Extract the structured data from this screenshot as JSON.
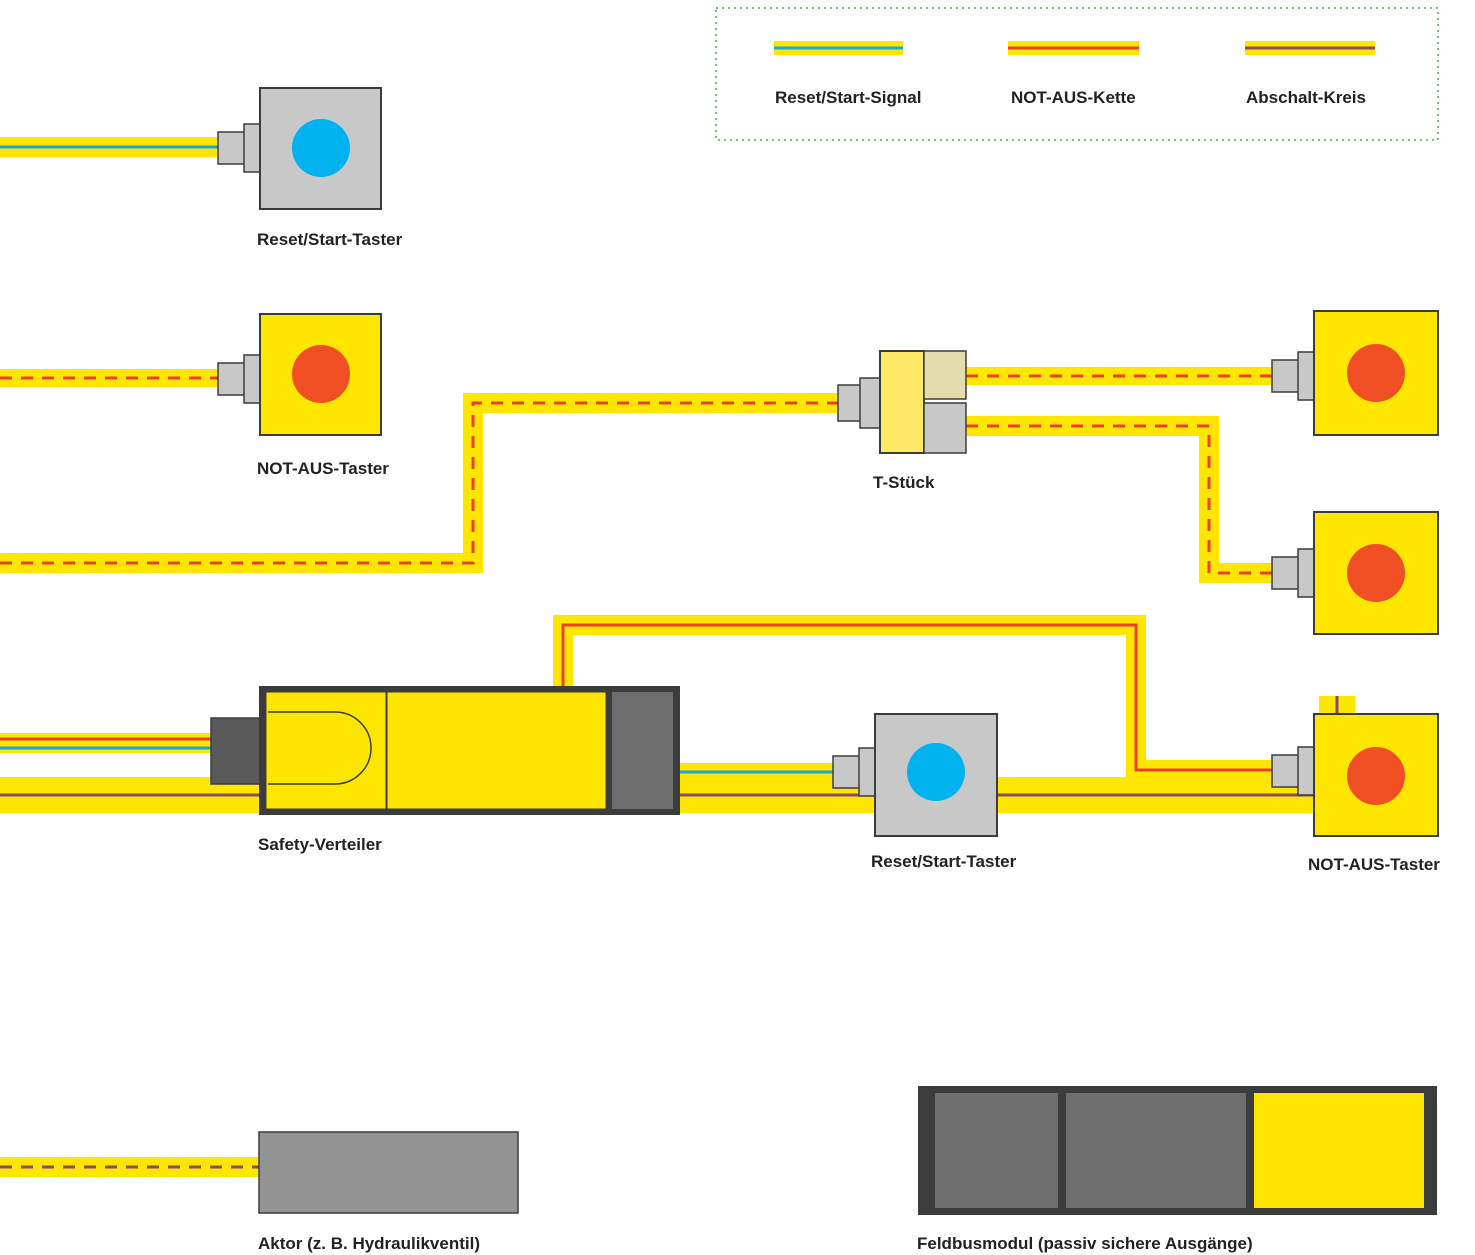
{
  "legend": {
    "items": [
      {
        "label": "Reset/Start-Signal",
        "line_color": "#1aa7e0"
      },
      {
        "label": "NOT-AUS-Kette",
        "line_color": "#e8402a"
      },
      {
        "label": "Abschalt-Kreis",
        "line_color": "#8a4a6a"
      }
    ]
  },
  "components": {
    "reset_taster_top": "Reset/Start-Taster",
    "notaus_taster_left": "NOT-AUS-Taster",
    "t_stueck": "T-Stück",
    "safety_verteiler": "Safety-Verteiler",
    "reset_taster_mid": "Reset/Start-Taster",
    "notaus_taster_right": "NOT-AUS-Taster",
    "aktor": "Aktor (z. B. Hydraulikventil)",
    "feldbusmodul": "Feldbusmodul (passiv sichere Ausgänge)"
  },
  "colors": {
    "cable_yellow": "#ffe600",
    "reset_blue": "#1aa7e0",
    "notaus_red": "#e8402a",
    "abschalt_purple": "#8a4a6a",
    "button_blue": "#00b2ee",
    "button_red": "#f04e23",
    "grey_body": "#c8c8c8",
    "dark_grey": "#6e6e6e",
    "frame": "#3c3c3c"
  }
}
